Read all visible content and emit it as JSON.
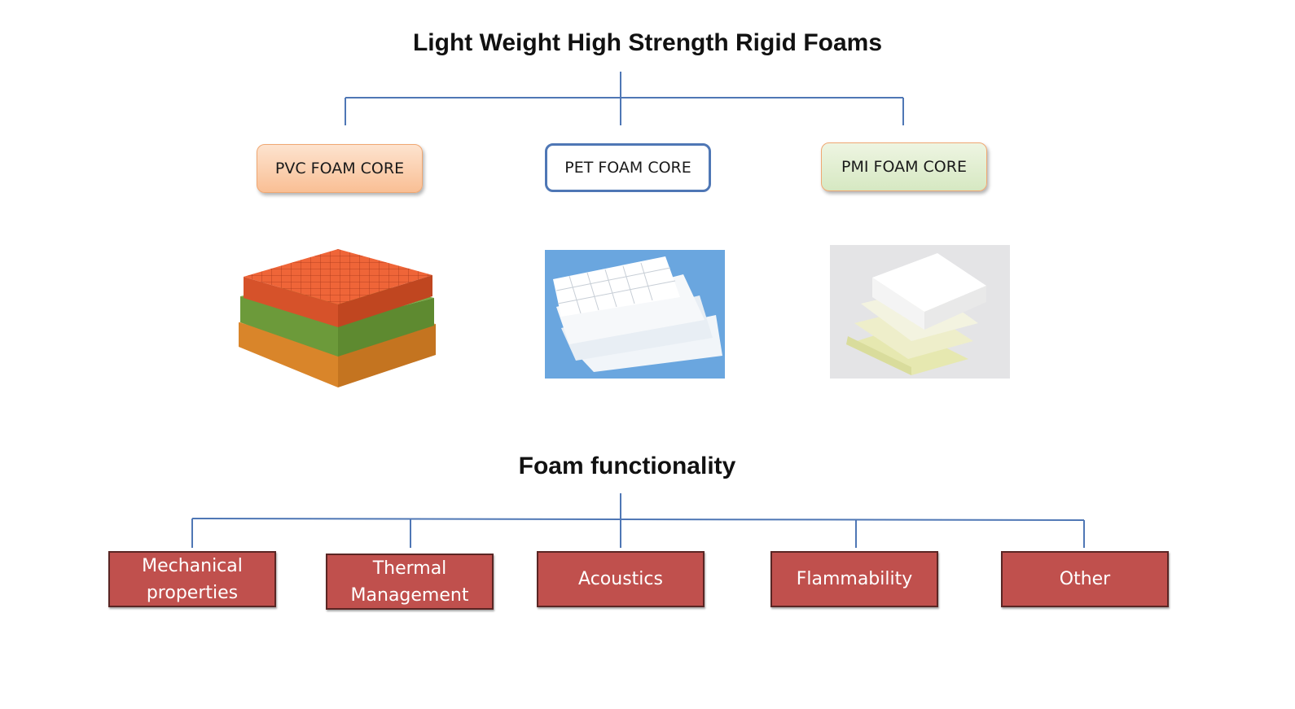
{
  "title": "Light Weight High Strength Rigid Foams",
  "cores": [
    {
      "label": "PVC FOAM CORE"
    },
    {
      "label": "PET FOAM CORE"
    },
    {
      "label": "PMI FOAM CORE"
    }
  ],
  "subtitle": "Foam functionality",
  "functions": [
    {
      "line1": "Mechanical",
      "line2": "properties"
    },
    {
      "line1": "Thermal",
      "line2": "Management"
    },
    {
      "line1": "Acoustics",
      "line2": ""
    },
    {
      "line1": "Flammability",
      "line2": ""
    },
    {
      "line1": "Other",
      "line2": ""
    }
  ],
  "colors": {
    "connector": "#4f77b5",
    "function_box": "#c0504d",
    "pvc_fill": "#f9bf95",
    "pet_border": "#4f77b5",
    "pmi_fill": "#d6e8c2"
  }
}
